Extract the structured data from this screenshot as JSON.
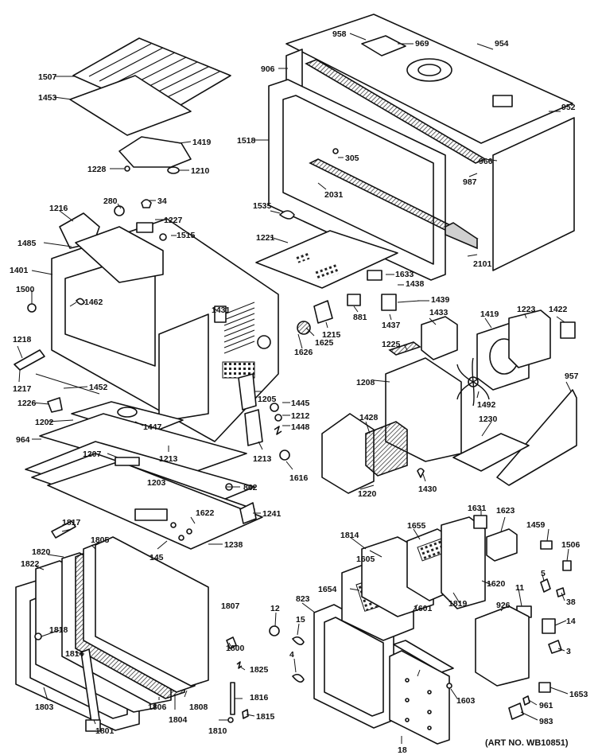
{
  "diagram": {
    "art_number": "(ART NO. WB10851)",
    "callouts": [
      "1507",
      "1453",
      "1419",
      "1228",
      "1210",
      "958",
      "969",
      "954",
      "906",
      "1518",
      "305",
      "952",
      "966",
      "987",
      "2031",
      "2101",
      "1216",
      "280",
      "34",
      "1227",
      "1485",
      "1515",
      "1535",
      "1221",
      "1401",
      "1500",
      "1462",
      "1431",
      "1633",
      "1438",
      "1439",
      "881",
      "1437",
      "1433",
      "1215",
      "1626",
      "1625",
      "1218",
      "1217",
      "1452",
      "1226",
      "1202",
      "1447",
      "964",
      "1207",
      "1213",
      "1203",
      "862",
      "1241",
      "1622",
      "1238",
      "145",
      "1205",
      "1445",
      "1212",
      "1448",
      "1213",
      "1616",
      "1220",
      "1225",
      "1208",
      "1428",
      "1419",
      "1223",
      "1422",
      "1492",
      "957",
      "1230",
      "1430",
      "1817",
      "1820",
      "1805",
      "1822",
      "1807",
      "1808",
      "1806",
      "1804",
      "1803",
      "1801",
      "1810",
      "12",
      "15",
      "4",
      "823",
      "1800",
      "1825",
      "1816",
      "1815",
      "1631",
      "1623",
      "1459",
      "1506",
      "5",
      "38",
      "11",
      "14",
      "3",
      "926",
      "1653",
      "961",
      "983",
      "1814",
      "1655",
      "1605",
      "1654",
      "1620",
      "1819",
      "1601",
      "1603",
      "18",
      "1818",
      "1814"
    ]
  }
}
